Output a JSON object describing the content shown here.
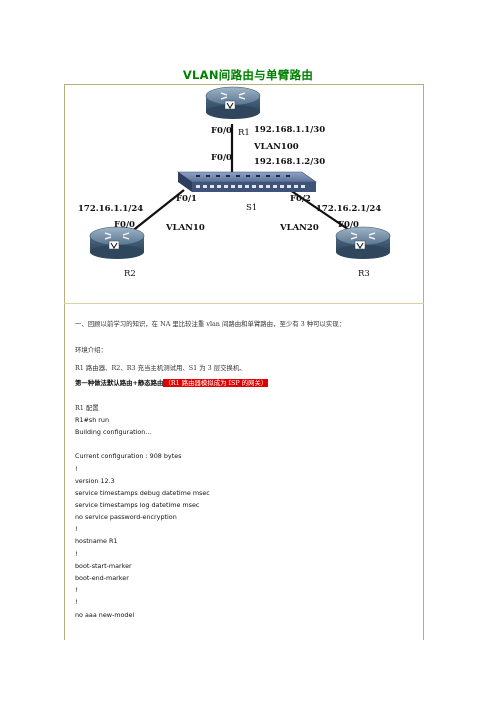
{
  "doc_title": "VLAN间路由与单臂路由",
  "diagram": {
    "r1": {
      "name": "R1",
      "port": "F0/0",
      "ip": "192.168.1.1/30"
    },
    "vlan100": "VLAN100",
    "s1_port_top": "F0/0",
    "s1_ip": "192.168.1.2/30",
    "s1": {
      "name": "S1"
    },
    "s1_left_port": "F0/1",
    "s1_right_port": "F0/2",
    "r2": {
      "name": "R2",
      "port": "F0/0",
      "ip": "172.16.1.1/24",
      "vlan": "VLAN10"
    },
    "r3": {
      "name": "R3",
      "port": "F0/0",
      "ip": "172.16.2.1/24",
      "vlan": "VLAN20"
    }
  },
  "body": {
    "intro": "一、回顾以前学习的知识，在 NA 里比较注重 vlan 间路由和单臂路由，至少有 3 种可以实现：",
    "env": "环境介绍：",
    "env_desc": "R1 路由器、R2、R3 充当主机测试用、S1 为 3 层交换机、",
    "method1": "第一种做法默认路由+静态路由",
    "method1_note": "（R1 路由器模拟成为 ISP 的网关）",
    "r1_config": "R1 配置",
    "code": [
      "R1#sh run",
      "Building configuration...",
      "",
      "Current configuration : 908 bytes",
      "!",
      "version 12.3",
      "service timestamps debug datetime msec",
      "service timestamps log datetime msec",
      "no service password-encryption",
      "!",
      "hostname R1",
      "!",
      "boot-start-marker",
      "boot-end-marker",
      "!",
      "!",
      "no aaa new-model"
    ]
  }
}
